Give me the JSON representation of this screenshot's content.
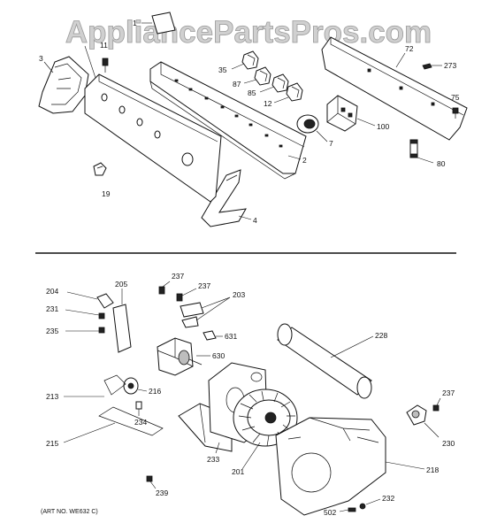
{
  "watermark": "AppliancePartsPros.com",
  "art_number": "(ART NO. WE632 C)",
  "callouts": {
    "c1": "1",
    "c2": "2",
    "c3": "3",
    "c4": "4",
    "c7": "7",
    "c11": "11",
    "c12": "12",
    "c19": "19",
    "c35": "35",
    "c72": "72",
    "c75": "75",
    "c80": "80",
    "c85": "85",
    "c87": "87",
    "c100": "100",
    "c273": "273",
    "c201": "201",
    "c203": "203",
    "c204": "204",
    "c205": "205",
    "c213": "213",
    "c215": "215",
    "c216": "216",
    "c218": "218",
    "c228": "228",
    "c230": "230",
    "c231": "231",
    "c232": "232",
    "c233": "233",
    "c234": "234",
    "c235": "235",
    "c237a": "237",
    "c237b": "237",
    "c237c": "237",
    "c239": "239",
    "c502": "502",
    "c630": "630",
    "c631": "631"
  }
}
